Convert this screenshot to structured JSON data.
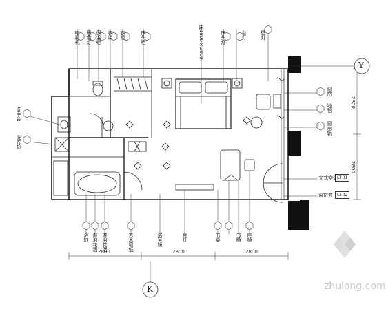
{
  "drawing": {
    "top_labels": [
      "电视机",
      "暖色灯",
      "保温柜",
      "衣架",
      "衣柜",
      "床头柜",
      "床1800×2000",
      "床头灯",
      "台灯",
      "壁灯"
    ],
    "left_labels": [
      "洗手台",
      "洗衣机"
    ],
    "right_labels": [
      "窗帘",
      "地毯",
      "窗帘轨",
      "立式空调",
      "窗帘盒"
    ],
    "bottom_labels": [
      "浴缸",
      "淋浴花洒",
      "淋浴花洒",
      "艺术墙纸",
      "浴室镜",
      "台灯",
      "书桌",
      "书椅",
      "座椅"
    ],
    "dimensions": [
      "2800",
      "2800",
      "2800"
    ],
    "right_dimensions": [
      "2800",
      "2800"
    ],
    "tags": [
      "LT-01",
      "LT-02"
    ],
    "axis_top": "Y",
    "axis_bottom": "K",
    "watermark": "zhulong.com"
  }
}
